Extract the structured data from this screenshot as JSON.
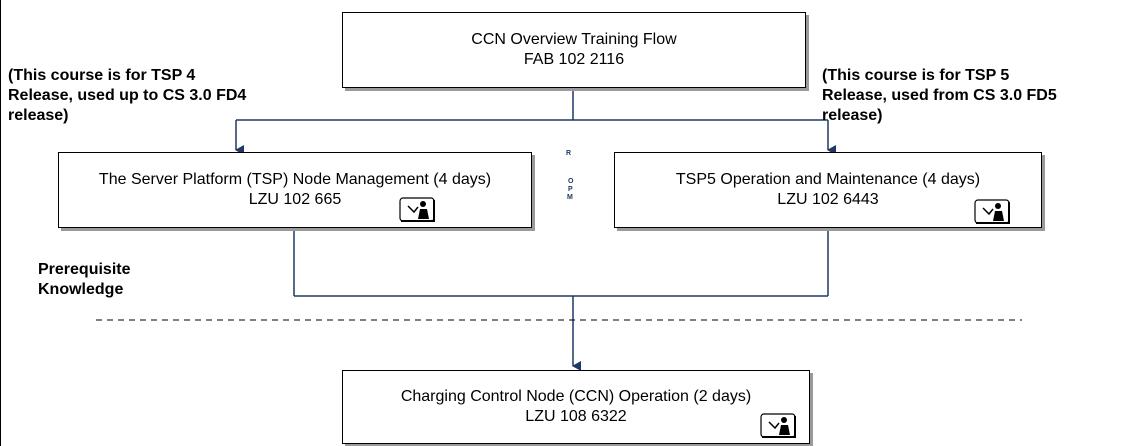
{
  "nodes": {
    "overview": {
      "title": "CCN Overview Training Flow",
      "code": "FAB 102 2116"
    },
    "tsp4": {
      "title": "The Server Platform (TSP) Node Management (4 days)",
      "code": "LZU 102 665"
    },
    "tsp5": {
      "title": "TSP5 Operation and Maintenance (4 days)",
      "code": "LZU 102 6443"
    },
    "ccn": {
      "title": "Charging Control Node (CCN) Operation (2 days)",
      "code": "LZU 108 6322"
    }
  },
  "notes": {
    "tsp4": [
      "(This course is for TSP 4",
      "Release, used up to CS 3.0 FD4",
      "release)"
    ],
    "tsp5": [
      "(This course is for TSP 5",
      "Release, used from CS 3.0 FD5",
      "release)"
    ],
    "prerequisite": [
      "Prerequisite",
      "Knowledge"
    ]
  },
  "rpm_letters": {
    "r": "R",
    "o": "O",
    "p": "P",
    "m": "M"
  },
  "icons": {
    "course": "instructor-icon"
  },
  "colors": {
    "arrow": "#1f3864",
    "border": "#000000",
    "shadow": "#9a9a9a"
  }
}
